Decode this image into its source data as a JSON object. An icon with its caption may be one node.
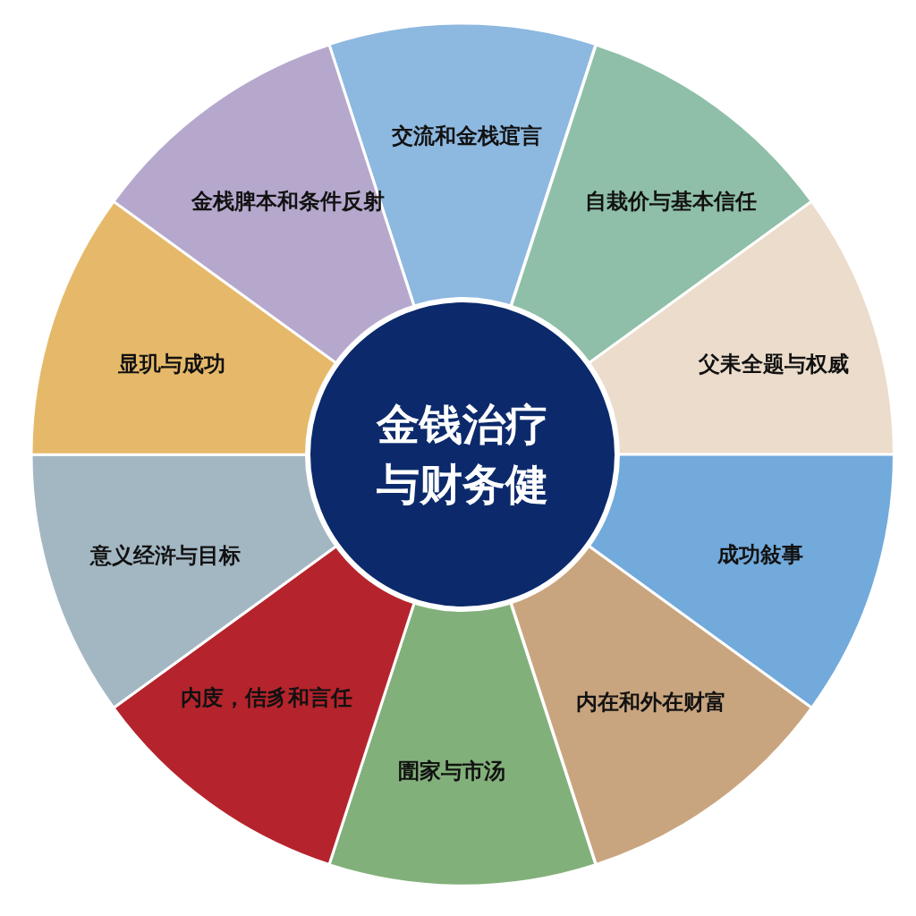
{
  "diagram": {
    "nodes": [
      {
        "text": [
          "金钱治疗与财务健"
        ]
      },
      {
        "text": [
          "交流和金栈逭言"
        ]
      },
      {
        "text": [
          "自栽价与基本信任"
        ]
      },
      {
        "text": [
          "父耒全题与权威"
        ]
      },
      {
        "text": [
          "成功敍事"
        ]
      },
      {
        "text": [
          "内在和外在财富"
        ]
      },
      {
        "text": [
          "圊家与市汤"
        ]
      },
      {
        "text": [
          "内庋，佶豸和言任"
        ]
      },
      {
        "text": [
          "意义经浒与目标"
        ]
      },
      {
        "text": [
          "显玑与成功"
        ]
      },
      {
        "text": [
          "金栈脾本和条件反射"
        ]
      }
    ]
  }
}
